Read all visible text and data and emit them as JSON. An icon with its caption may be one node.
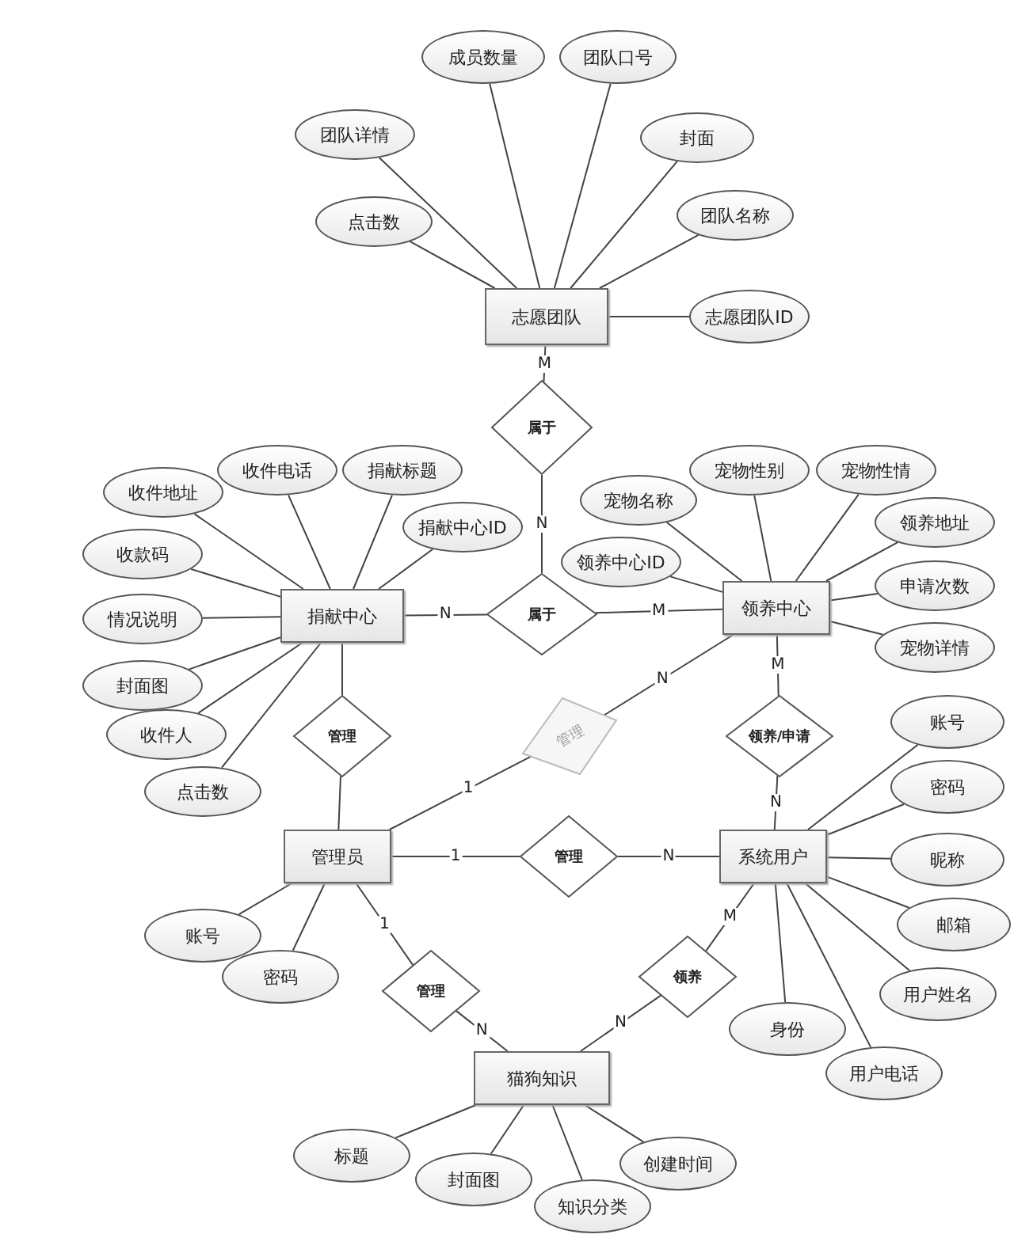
{
  "diagram": {
    "nodes": [
      {
        "text": [
          "志愿团队"
        ]
      },
      {
        "text": [
          "成员数量"
        ]
      },
      {
        "text": [
          "团队口号"
        ]
      },
      {
        "text": [
          "团队详情"
        ]
      },
      {
        "text": [
          "封面"
        ]
      },
      {
        "text": [
          "点击数"
        ]
      },
      {
        "text": [
          "团队名称"
        ]
      },
      {
        "text": [
          "志愿团队ID"
        ]
      },
      {
        "text": [
          "属于"
        ]
      },
      {
        "text": [
          "捐献中心"
        ]
      },
      {
        "text": [
          "收件地址"
        ]
      },
      {
        "text": [
          "收件电话"
        ]
      },
      {
        "text": [
          "捐献标题"
        ]
      },
      {
        "text": [
          "捐献中心ID"
        ]
      },
      {
        "text": [
          "收款码"
        ]
      },
      {
        "text": [
          "情况说明"
        ]
      },
      {
        "text": [
          "封面图"
        ]
      },
      {
        "text": [
          "收件人"
        ]
      },
      {
        "text": [
          "点击数"
        ]
      },
      {
        "text": [
          "属于"
        ]
      },
      {
        "text": [
          "领养中心"
        ]
      },
      {
        "text": [
          "宠物名称"
        ]
      },
      {
        "text": [
          "宠物性别"
        ]
      },
      {
        "text": [
          "宠物性情"
        ]
      },
      {
        "text": [
          "领养中心ID"
        ]
      },
      {
        "text": [
          "领养地址"
        ]
      },
      {
        "text": [
          "申请次数"
        ]
      },
      {
        "text": [
          "宠物详情"
        ]
      },
      {
        "text": [
          "管理"
        ]
      },
      {
        "text": [
          "管理"
        ]
      },
      {
        "text": [
          "领养/申请"
        ]
      },
      {
        "text": [
          "管理员"
        ]
      },
      {
        "text": [
          "管理"
        ]
      },
      {
        "text": [
          "系统用户"
        ]
      },
      {
        "text": [
          "账号"
        ]
      },
      {
        "text": [
          "密码"
        ]
      },
      {
        "text": [
          "昵称"
        ]
      },
      {
        "text": [
          "邮箱"
        ]
      },
      {
        "text": [
          "用户姓名"
        ]
      },
      {
        "text": [
          "用户电话"
        ]
      },
      {
        "text": [
          "身份"
        ]
      },
      {
        "text": [
          "账号"
        ]
      },
      {
        "text": [
          "密码"
        ]
      },
      {
        "text": [
          "管理"
        ]
      },
      {
        "text": [
          "领养"
        ]
      },
      {
        "text": [
          "猫狗知识"
        ]
      },
      {
        "text": [
          "标题"
        ]
      },
      {
        "text": [
          "封面图"
        ]
      },
      {
        "text": [
          "知识分类"
        ]
      },
      {
        "text": [
          "创建时间"
        ]
      }
    ],
    "edges": [
      {
        "from": 0,
        "to": 1,
        "arrow": "none"
      },
      {
        "from": 0,
        "to": 2,
        "arrow": "none"
      },
      {
        "from": 0,
        "to": 3,
        "arrow": "none"
      },
      {
        "from": 0,
        "to": 4,
        "arrow": "none"
      },
      {
        "from": 0,
        "to": 5,
        "arrow": "none"
      },
      {
        "from": 0,
        "to": 6,
        "arrow": "none"
      },
      {
        "from": 0,
        "to": 7,
        "arrow": "none"
      },
      {
        "from": 9,
        "to": 10,
        "arrow": "none"
      },
      {
        "from": 9,
        "to": 11,
        "arrow": "none"
      },
      {
        "from": 9,
        "to": 12,
        "arrow": "none"
      },
      {
        "from": 9,
        "to": 13,
        "arrow": "none"
      },
      {
        "from": 9,
        "to": 14,
        "arrow": "none"
      },
      {
        "from": 9,
        "to": 15,
        "arrow": "none"
      },
      {
        "from": 9,
        "to": 16,
        "arrow": "none"
      },
      {
        "from": 9,
        "to": 17,
        "arrow": "none"
      },
      {
        "from": 9,
        "to": 18,
        "arrow": "none"
      },
      {
        "from": 20,
        "to": 21,
        "arrow": "none"
      },
      {
        "from": 20,
        "to": 22,
        "arrow": "none"
      },
      {
        "from": 20,
        "to": 23,
        "arrow": "none"
      },
      {
        "from": 20,
        "to": 24,
        "arrow": "none"
      },
      {
        "from": 20,
        "to": 25,
        "arrow": "none"
      },
      {
        "from": 20,
        "to": 26,
        "arrow": "none"
      },
      {
        "from": 20,
        "to": 27,
        "arrow": "none"
      },
      {
        "from": 33,
        "to": 34,
        "arrow": "none"
      },
      {
        "from": 33,
        "to": 35,
        "arrow": "none"
      },
      {
        "from": 33,
        "to": 36,
        "arrow": "none"
      },
      {
        "from": 33,
        "to": 37,
        "arrow": "none"
      },
      {
        "from": 33,
        "to": 38,
        "arrow": "none"
      },
      {
        "from": 33,
        "to": 39,
        "arrow": "none"
      },
      {
        "from": 33,
        "to": 40,
        "arrow": "none"
      },
      {
        "from": 31,
        "to": 41,
        "arrow": "none"
      },
      {
        "from": 31,
        "to": 42,
        "arrow": "none"
      },
      {
        "from": 45,
        "to": 46,
        "arrow": "none"
      },
      {
        "from": 45,
        "to": 47,
        "arrow": "none"
      },
      {
        "from": 45,
        "to": 48,
        "arrow": "none"
      },
      {
        "from": 45,
        "to": 49,
        "arrow": "none"
      },
      {
        "from": 0,
        "to": 8,
        "arrow": "none",
        "label": "M"
      },
      {
        "from": 8,
        "to": 19,
        "arrow": "none",
        "label": "N"
      },
      {
        "from": 9,
        "to": 19,
        "arrow": "none",
        "label": "N"
      },
      {
        "from": 19,
        "to": 20,
        "arrow": "none",
        "label": "M"
      },
      {
        "from": 9,
        "to": 28,
        "arrow": "none"
      },
      {
        "from": 28,
        "to": 31,
        "arrow": "none"
      },
      {
        "from": 31,
        "to": 29,
        "arrow": "none",
        "label": "1"
      },
      {
        "from": 29,
        "to": 20,
        "arrow": "none",
        "label": "N"
      },
      {
        "from": 20,
        "to": 30,
        "arrow": "none",
        "label": "M"
      },
      {
        "from": 30,
        "to": 33,
        "arrow": "none",
        "label": "N"
      },
      {
        "from": 31,
        "to": 32,
        "arrow": "none",
        "label": "1"
      },
      {
        "from": 32,
        "to": 33,
        "arrow": "none",
        "label": "N"
      },
      {
        "from": 31,
        "to": 43,
        "arrow": "none",
        "label": "1"
      },
      {
        "from": 43,
        "to": 45,
        "arrow": "none",
        "label": "N"
      },
      {
        "from": 33,
        "to": 44,
        "arrow": "none",
        "label": "M"
      },
      {
        "from": 44,
        "to": 45,
        "arrow": "none",
        "label": "N"
      }
    ]
  }
}
